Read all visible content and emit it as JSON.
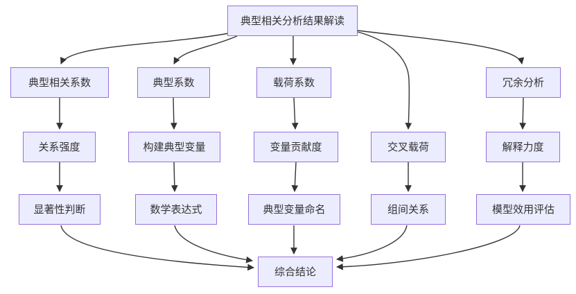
{
  "diagram": {
    "type": "flowchart",
    "direction": "top-down",
    "colors": {
      "node_fill": "#ECECFF",
      "node_border": "#9370DB",
      "edge": "#333333",
      "text": "#333333",
      "background": "#FFFFFF"
    },
    "nodes": {
      "root": {
        "label": "典型相关分析结果解读"
      },
      "canonical_corr_coef": {
        "label": "典型相关系数"
      },
      "canonical_coef": {
        "label": "典型系数"
      },
      "loading_coef": {
        "label": "载荷系数"
      },
      "redundancy": {
        "label": "冗余分析"
      },
      "relation_strength": {
        "label": "关系强度"
      },
      "build_canonical_vars": {
        "label": "构建典型变量"
      },
      "var_contribution": {
        "label": "变量贡献度"
      },
      "cross_loading": {
        "label": "交叉载荷"
      },
      "explanatory_power": {
        "label": "解释力度"
      },
      "significance": {
        "label": "显著性判断"
      },
      "math_expression": {
        "label": "数学表达式"
      },
      "canonical_var_naming": {
        "label": "典型变量命名"
      },
      "between_group_relation": {
        "label": "组间关系"
      },
      "model_utility": {
        "label": "模型效用评估"
      },
      "conclusion": {
        "label": "综合结论"
      }
    },
    "edges": [
      {
        "from": "典型相关分析结果解读",
        "to": "典型相关系数"
      },
      {
        "from": "典型相关分析结果解读",
        "to": "典型系数"
      },
      {
        "from": "典型相关分析结果解读",
        "to": "载荷系数"
      },
      {
        "from": "典型相关分析结果解读",
        "to": "交叉载荷"
      },
      {
        "from": "典型相关分析结果解读",
        "to": "冗余分析"
      },
      {
        "from": "典型相关系数",
        "to": "关系强度"
      },
      {
        "from": "关系强度",
        "to": "显著性判断"
      },
      {
        "from": "显著性判断",
        "to": "综合结论"
      },
      {
        "from": "典型系数",
        "to": "构建典型变量"
      },
      {
        "from": "构建典型变量",
        "to": "数学表达式"
      },
      {
        "from": "数学表达式",
        "to": "综合结论"
      },
      {
        "from": "载荷系数",
        "to": "变量贡献度"
      },
      {
        "from": "变量贡献度",
        "to": "典型变量命名"
      },
      {
        "from": "典型变量命名",
        "to": "综合结论"
      },
      {
        "from": "交叉载荷",
        "to": "组间关系"
      },
      {
        "from": "组间关系",
        "to": "综合结论"
      },
      {
        "from": "冗余分析",
        "to": "解释力度"
      },
      {
        "from": "解释力度",
        "to": "模型效用评估"
      },
      {
        "from": "模型效用评估",
        "to": "综合结论"
      }
    ]
  }
}
